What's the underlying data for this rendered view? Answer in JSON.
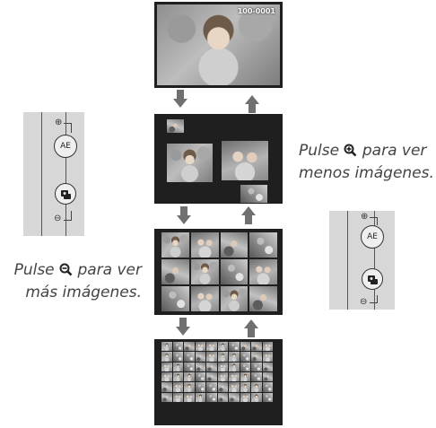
{
  "top_screen": {
    "frame_number": "100-0001"
  },
  "left_caption": {
    "line1_prefix": "Pulse",
    "line1_suffix": "para ver",
    "line2": "más imágenes."
  },
  "right_caption": {
    "line1_prefix": "Pulse",
    "line1_suffix": "para ver",
    "line2": "menos imágenes."
  },
  "button_panel": {
    "ae_label": "AE"
  },
  "colors": {
    "screen_bg": "#1f1f1f",
    "arrow": "#707070",
    "panel_bg": "#d7d7d7",
    "text": "#444444"
  }
}
